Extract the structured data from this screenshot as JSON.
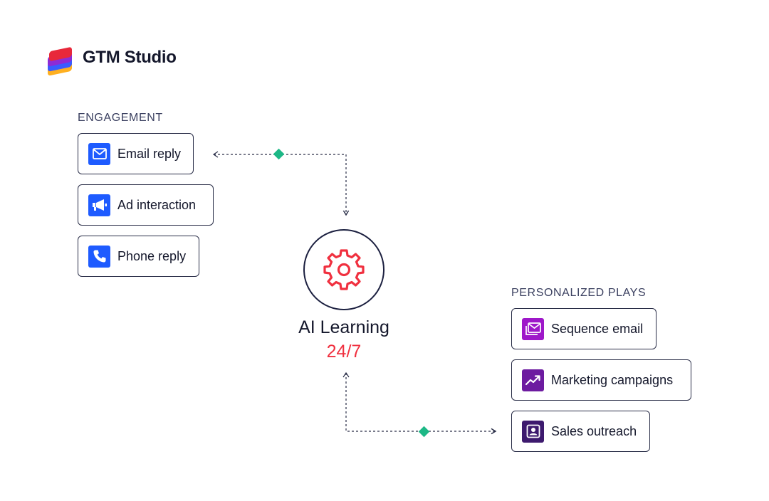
{
  "brand": {
    "name": "GTM Studio"
  },
  "engagement": {
    "heading": "ENGAGEMENT",
    "items": [
      {
        "label": "Email reply",
        "icon": "envelope-icon"
      },
      {
        "label": "Ad interaction",
        "icon": "megaphone-icon"
      },
      {
        "label": "Phone reply",
        "icon": "phone-icon"
      }
    ]
  },
  "hub": {
    "title": "AI Learning",
    "subtitle": "24/7",
    "icon": "gear-icon"
  },
  "plays": {
    "heading": "PERSONALIZED PLAYS",
    "items": [
      {
        "label": "Sequence email",
        "icon": "sequence-email-icon"
      },
      {
        "label": "Marketing campaigns",
        "icon": "trend-up-icon"
      },
      {
        "label": "Sales outreach",
        "icon": "contact-card-icon"
      }
    ]
  },
  "colors": {
    "accent_red": "#f0303f",
    "connector_node": "#1db886",
    "icon_blue": "#1e5bff",
    "icon_purple_1": "#9e18c9",
    "icon_purple_2": "#6d1ba0",
    "icon_purple_3": "#3d1a6e"
  }
}
